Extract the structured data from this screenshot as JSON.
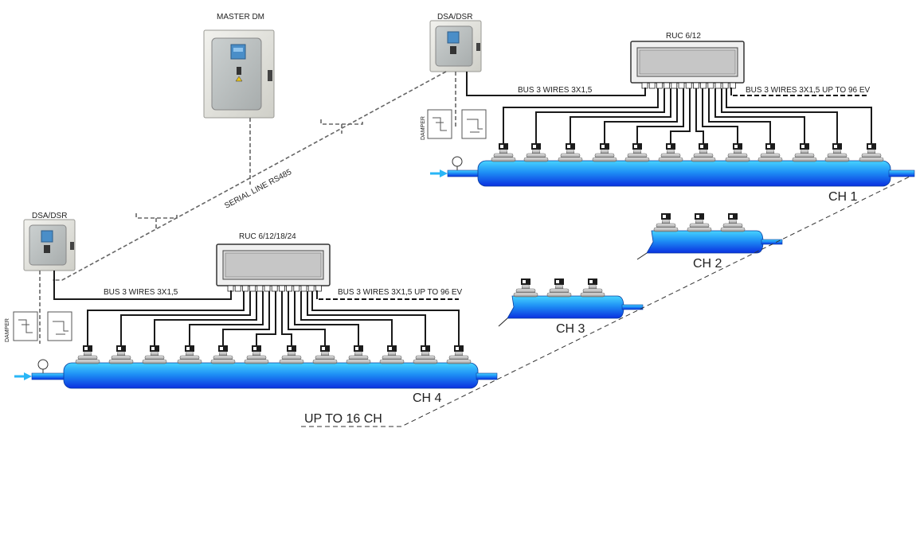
{
  "labels": {
    "master": "MASTER DM",
    "dsa_top": "DSA/DSR",
    "dsa_left": "DSA/DSR",
    "ruc_top": "RUC 6/12",
    "ruc_left": "RUC 6/12/18/24",
    "bus_top": "BUS 3 WIRES 3X1,5",
    "bus_top_right": "BUS 3 WIRES 3X1,5 UP TO 96 EV",
    "bus_left": "BUS 3 WIRES 3X1,5",
    "bus_left_right": "BUS 3 WIRES 3X1,5 UP TO 96 EV",
    "serial": "SERIAL LINE RS485",
    "damper_top": "DAMPER",
    "damper_left": "DAMPER",
    "ch1": "CH 1",
    "ch2": "CH 2",
    "ch3": "CH 3",
    "ch4": "CH 4",
    "up_to": "UP TO 16 CH"
  },
  "colors": {
    "pipe_light": "#41C8FF",
    "pipe_mid": "#1E8FF5",
    "pipe_dark": "#0A3CE6",
    "arrow": "#29B6F6",
    "panel": "#E2E2DC",
    "panel_inner": "#B9BDBD",
    "screen": "#4A8EC8"
  }
}
